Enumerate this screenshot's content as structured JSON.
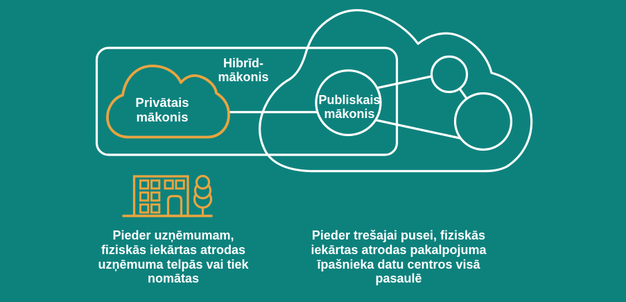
{
  "colors": {
    "background": "#0D827D",
    "accent": "#E9A440",
    "line": "#FFFFFF"
  },
  "diagram": {
    "hybrid_cloud": {
      "label": "Hibrīd-\nmākonis"
    },
    "private_cloud": {
      "label": "Privātais\nmākonis"
    },
    "public_cloud": {
      "label": "Publiskais\nmākonis"
    }
  },
  "captions": {
    "private": "Pieder uzņēmumam,\nfiziskās iekārtas atrodas\nuzņēmuma telpās vai tiek\nnomātas",
    "public": "Pieder trešajai pusei, fiziskās\niekārtas atrodas pakalpojuma\nīpašnieka datu centros visā\npasaulē"
  },
  "icons": {
    "building": "building-icon",
    "tree": "tree-icon"
  }
}
